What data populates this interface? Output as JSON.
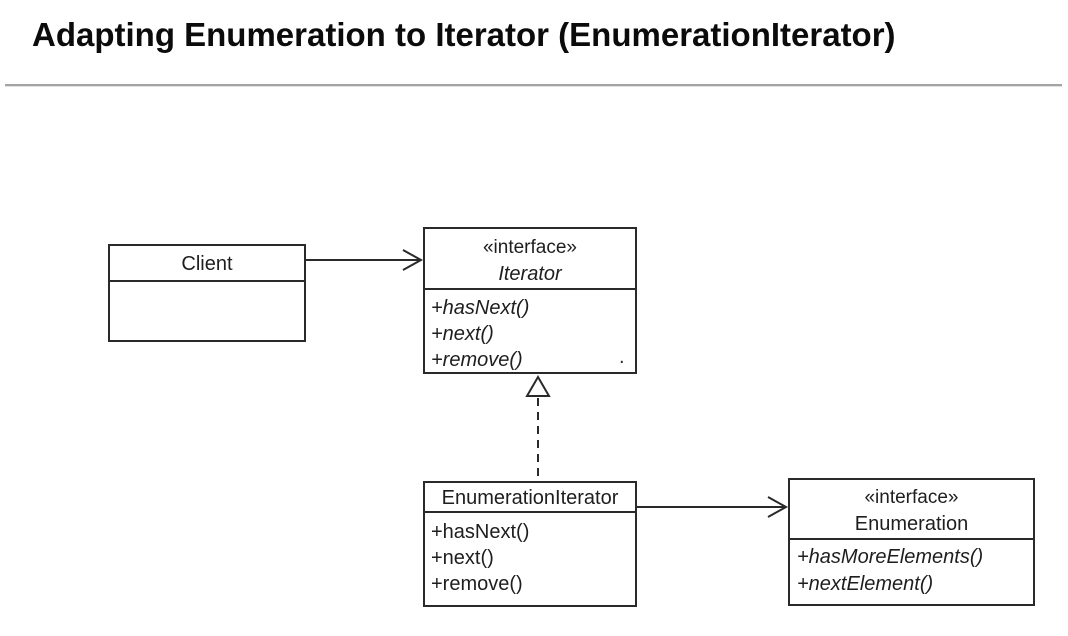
{
  "title": "Adapting Enumeration to Iterator (EnumerationIterator)",
  "diagram": {
    "stray_period": ".",
    "classes": {
      "client": {
        "name": "Client"
      },
      "iterator": {
        "stereotype": "«interface»",
        "name": "Iterator",
        "methods": [
          "+hasNext()",
          "+next()",
          "+remove()"
        ]
      },
      "enumeration_iterator": {
        "name": "EnumerationIterator",
        "methods": [
          "+hasNext()",
          "+next()",
          "+remove()"
        ]
      },
      "enumeration": {
        "stereotype": "«interface»",
        "name": "Enumeration",
        "methods": [
          "+hasMoreElements()",
          "+nextElement()"
        ]
      }
    },
    "relations": [
      {
        "from": "Client",
        "to": "Iterator",
        "type": "association-arrow"
      },
      {
        "from": "EnumerationIterator",
        "to": "Iterator",
        "type": "realization-dashed-hollow-triangle"
      },
      {
        "from": "EnumerationIterator",
        "to": "Enumeration",
        "type": "association-arrow"
      }
    ],
    "colors": {
      "line": "#2a2a2a",
      "background": "#ffffff",
      "rule": "#a4a4a4"
    }
  }
}
